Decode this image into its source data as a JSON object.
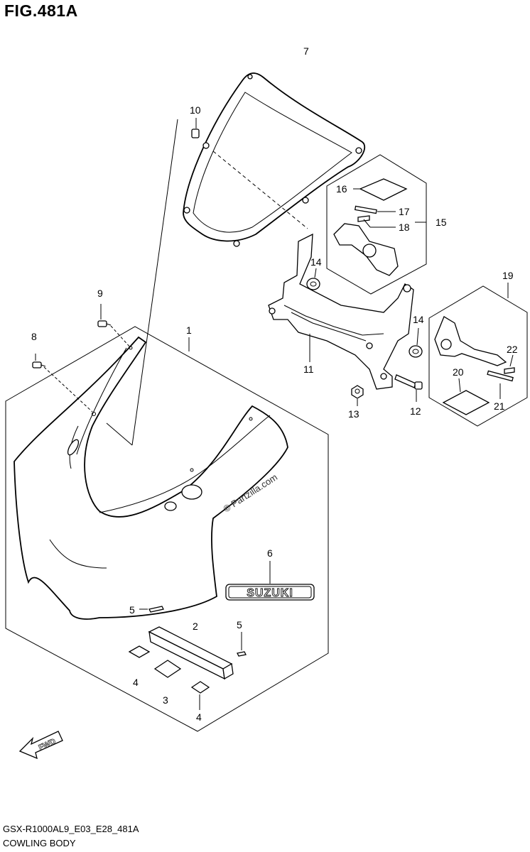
{
  "figure_title": "FIG.481A",
  "footer": {
    "code": "GSX-R1000AL9_E03_E28_481A",
    "name": "COWLING BODY"
  },
  "watermark": "© Partzilla.com",
  "emblem_text": "SUZUKI",
  "fwd_label": "FWD",
  "callouts": {
    "c1": "1",
    "c2": "2",
    "c3": "3",
    "c4a": "4",
    "c4b": "4",
    "c5a": "5",
    "c5b": "5",
    "c6": "6",
    "c7": "7",
    "c8": "8",
    "c9": "9",
    "c10": "10",
    "c11": "11",
    "c12": "12",
    "c13": "13",
    "c14a": "14",
    "c14b": "14",
    "c15": "15",
    "c16": "16",
    "c17": "17",
    "c18": "18",
    "c19": "19",
    "c20": "20",
    "c21": "21",
    "c22": "22"
  }
}
